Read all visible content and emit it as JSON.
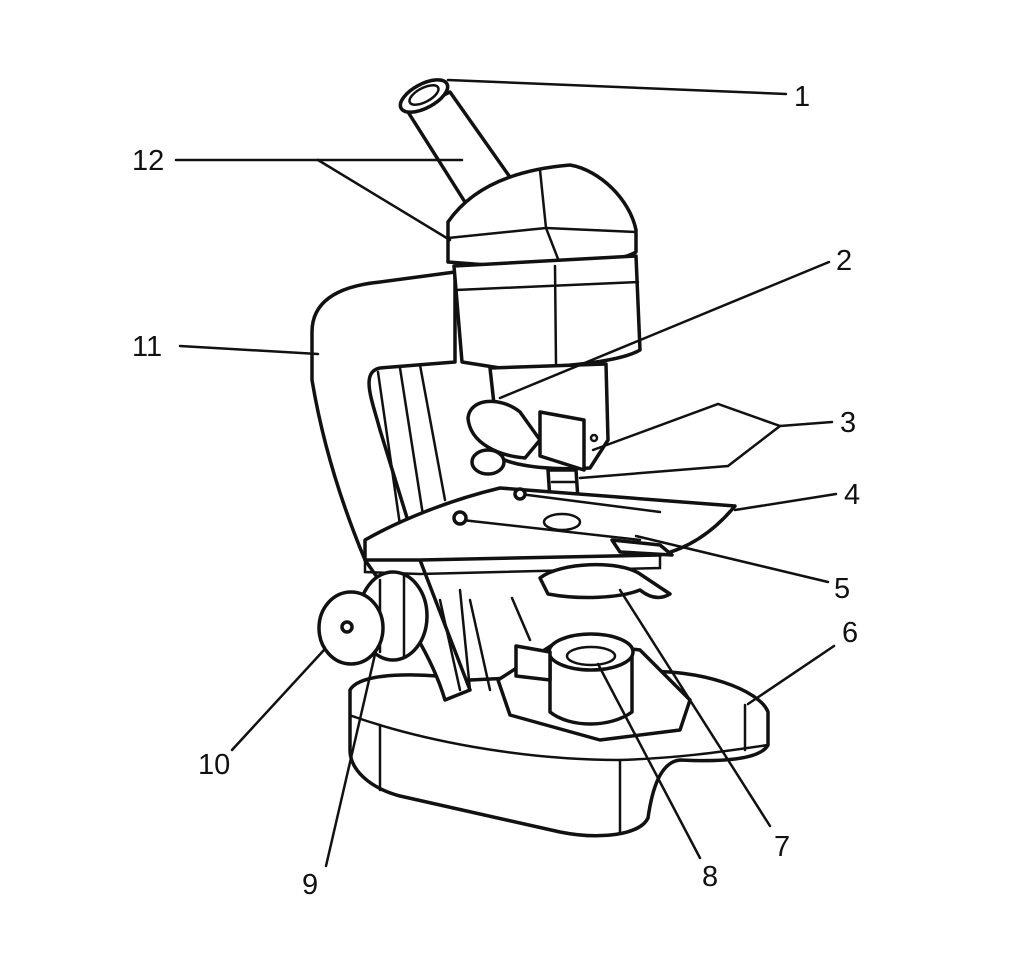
{
  "colors": {
    "ink": "#111111",
    "paper": "#ffffff"
  },
  "labels": [
    {
      "id": "1",
      "text": "1"
    },
    {
      "id": "2",
      "text": "2"
    },
    {
      "id": "3",
      "text": "3"
    },
    {
      "id": "4",
      "text": "4"
    },
    {
      "id": "5",
      "text": "5"
    },
    {
      "id": "6",
      "text": "6"
    },
    {
      "id": "7",
      "text": "7"
    },
    {
      "id": "8",
      "text": "8"
    },
    {
      "id": "9",
      "text": "9"
    },
    {
      "id": "10",
      "text": "10"
    },
    {
      "id": "11",
      "text": "11"
    },
    {
      "id": "12",
      "text": "12"
    }
  ]
}
